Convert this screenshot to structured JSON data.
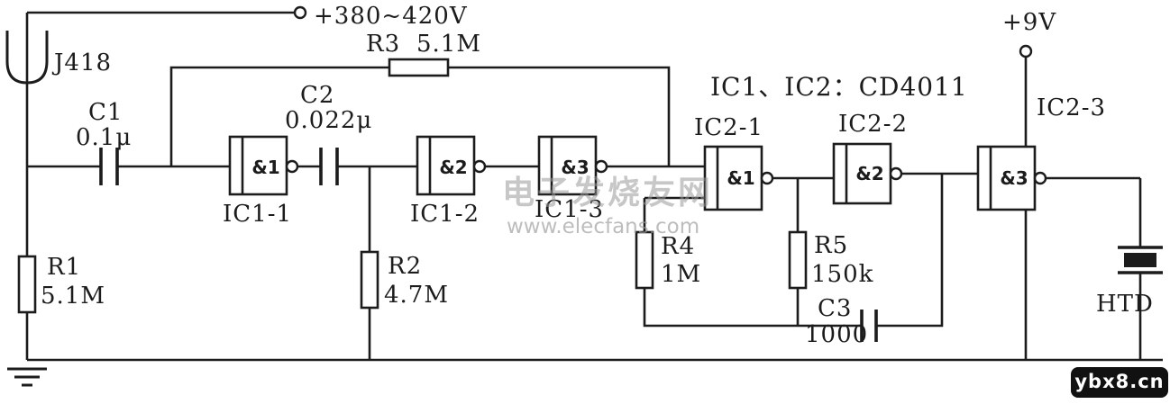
{
  "schematic": {
    "power": {
      "hv": "+380~420V",
      "vcc": "+9V"
    },
    "probe": {
      "label": "J418"
    },
    "note": "IC1、IC2：CD4011",
    "components": {
      "c1": {
        "name": "C1",
        "value": "0.1μ"
      },
      "c2": {
        "name": "C2",
        "value": "0.022μ"
      },
      "c3": {
        "name": "C3",
        "value": "1000"
      },
      "r1": {
        "name": "R1",
        "value": "5.1M"
      },
      "r2": {
        "name": "R2",
        "value": "4.7M"
      },
      "r3": {
        "name": "R3",
        "value": "5.1M"
      },
      "r4": {
        "name": "R4",
        "value": "1M"
      },
      "r5": {
        "name": "R5",
        "value": "150k"
      },
      "buzzer": {
        "name": "HTD"
      }
    },
    "gates": {
      "ic1_1": {
        "symbol": "&1",
        "label": "IC1-1"
      },
      "ic1_2": {
        "symbol": "&2",
        "label": "IC1-2"
      },
      "ic1_3": {
        "symbol": "&3",
        "label": "IC1-3"
      },
      "ic2_1": {
        "symbol": "&1",
        "label": "IC2-1"
      },
      "ic2_2": {
        "symbol": "&2",
        "label": "IC2-2"
      },
      "ic2_3": {
        "symbol": "&3",
        "label": "IC2-3"
      }
    },
    "watermark": {
      "cn": "电子发烧友网",
      "url": "www.elecfans.com"
    },
    "logo": "ybx8.cn",
    "colors": {
      "ink": "#1c1c1c",
      "watermark": "#9a9a9a",
      "logo_bg": "#111111",
      "logo_fg": "#ffffff"
    }
  }
}
